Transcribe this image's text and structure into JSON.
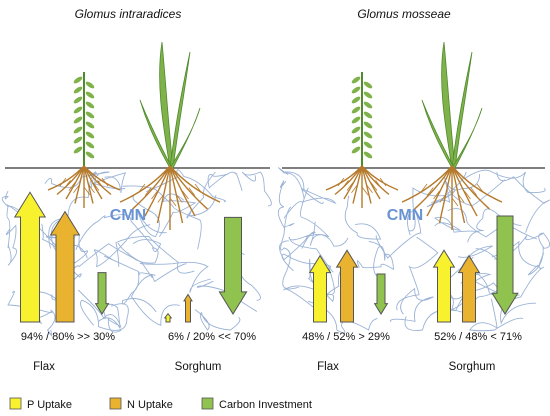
{
  "panels": [
    {
      "title": "Glomus intraradices",
      "cmn_label": "CMN",
      "flax": {
        "name": "Flax",
        "ratio": "94% / 80% >> 30%",
        "p_uptake": 94,
        "n_uptake": 80,
        "carbon_investment": 30
      },
      "sorghum": {
        "name": "Sorghum",
        "ratio": "6% / 20% << 70%",
        "p_uptake": 6,
        "n_uptake": 20,
        "carbon_investment": 70
      }
    },
    {
      "title": "Glomus mosseae",
      "cmn_label": "CMN",
      "flax": {
        "name": "Flax",
        "ratio": "48% / 52%  > 29%",
        "p_uptake": 48,
        "n_uptake": 52,
        "carbon_investment": 29
      },
      "sorghum": {
        "name": "Sorghum",
        "ratio": "52% / 48%  < 71%",
        "p_uptake": 52,
        "n_uptake": 48,
        "carbon_investment": 71
      }
    }
  ],
  "legend": [
    {
      "label": "P Uptake",
      "color": "#f7f12e"
    },
    {
      "label": "N Uptake",
      "color": "#e9b22f"
    },
    {
      "label": "Carbon Investment",
      "color": "#8fc24e"
    }
  ],
  "colors": {
    "p_uptake": "#f7f12e",
    "n_uptake": "#e9b22f",
    "carbon_investment": "#8fc24e",
    "hyphae": "#9bb3d6",
    "cmn_text": "#6a93d4"
  }
}
